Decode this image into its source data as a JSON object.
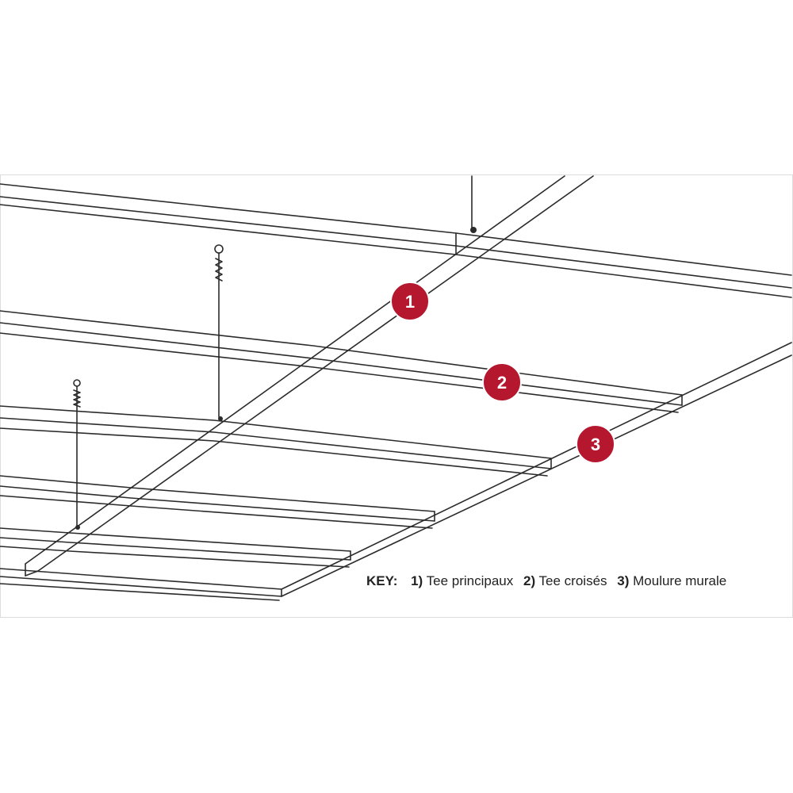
{
  "colors": {
    "line": "#2b2b2b",
    "badge_fill": "#b5172e",
    "badge_stroke": "#ffffff",
    "frame_border": "#dcdcdc"
  },
  "badges": [
    {
      "label": "1"
    },
    {
      "label": "2"
    },
    {
      "label": "3"
    }
  ],
  "key": {
    "heading": "KEY:",
    "items": [
      {
        "num": "1)",
        "label": "Tee principaux"
      },
      {
        "num": "2)",
        "label": "Tee croisés"
      },
      {
        "num": "3)",
        "label": "Moulure murale"
      }
    ]
  }
}
